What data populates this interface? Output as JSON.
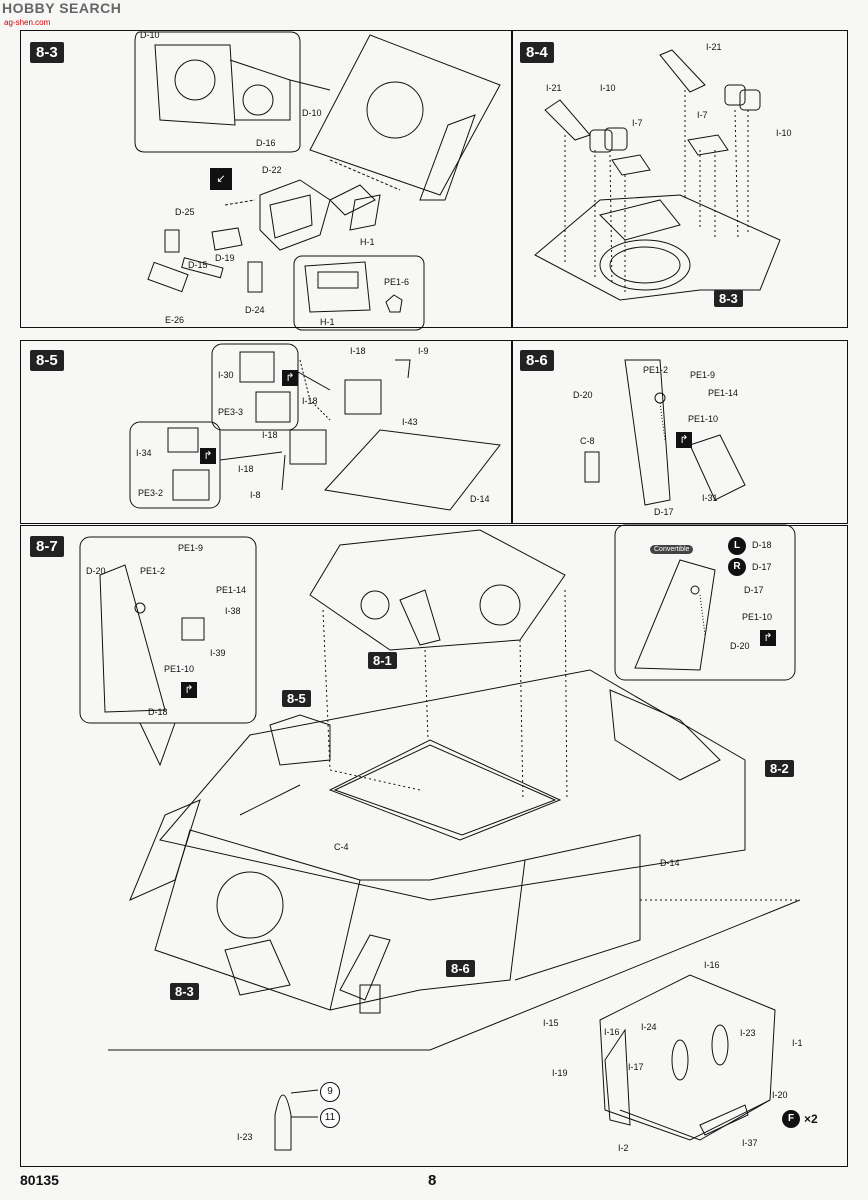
{
  "watermark": {
    "brand": "HOBBY SEARCH",
    "site": "ag-shen.com"
  },
  "steps": {
    "s83": "8-3",
    "s84": "8-4",
    "s85": "8-5",
    "s86": "8-6",
    "s87": "8-7"
  },
  "refs": {
    "r81": "8-1",
    "r82": "8-2",
    "r83": "8-3",
    "r85": "8-5",
    "r86": "8-6"
  },
  "labels": {
    "d10a": "D-10",
    "d16": "D-16",
    "d10b": "D-10",
    "d22": "D-22",
    "d25": "D-25",
    "d19": "D-19",
    "d15": "D-15",
    "h1a": "H-1",
    "d24": "D-24",
    "e26": "E-26",
    "pe16": "PE1-6",
    "h1b": "H-1",
    "i21a": "I-21",
    "i10a": "I-10",
    "i7a": "I-7",
    "i21b": "I-21",
    "i7b": "I-7",
    "i10b": "I-10",
    "i30": "I-30",
    "pe33": "PE3-3",
    "i18a": "I-18",
    "i9": "I-9",
    "i18b": "I-18",
    "i18c": "I-18",
    "i43": "I-43",
    "i34": "I-34",
    "i18d": "I-18",
    "pe32": "PE3-2",
    "i8": "I-8",
    "d14a": "D-14",
    "pe12a": "PE1-2",
    "pe19a": "PE1-9",
    "d20a": "D-20",
    "pe114a": "PE1-14",
    "pe110a": "PE1-10",
    "c8": "C-8",
    "d17a": "D-17",
    "i31": "I-31",
    "pe19b": "PE1-9",
    "d20b": "D-20",
    "pe12b": "PE1-2",
    "pe114b": "PE1-14",
    "i38": "I-38",
    "i39": "I-39",
    "pe110b": "PE1-10",
    "d18a": "D-18",
    "conv": "Convertible",
    "d18b": "D-18",
    "d17b": "D-17",
    "d17c": "D-17",
    "pe110c": "PE1-10",
    "d20c": "D-20",
    "L": "L",
    "R": "R",
    "c4": "C-4",
    "d14b": "D-14",
    "i16a": "I-16",
    "i15": "I-15",
    "i16b": "I-16",
    "i24": "I-24",
    "i23a": "I-23",
    "i1": "I-1",
    "i17": "I-17",
    "i19": "I-19",
    "i20": "I-20",
    "i2": "I-2",
    "i37": "I-37",
    "F": "F",
    "x2": "×2",
    "i23b": "I-23",
    "n9": "9",
    "n11": "11"
  },
  "footer": {
    "code": "80135",
    "page": "8"
  },
  "colors": {
    "ink": "#111111",
    "paper": "#f7f7f5",
    "badge": "#222222"
  }
}
